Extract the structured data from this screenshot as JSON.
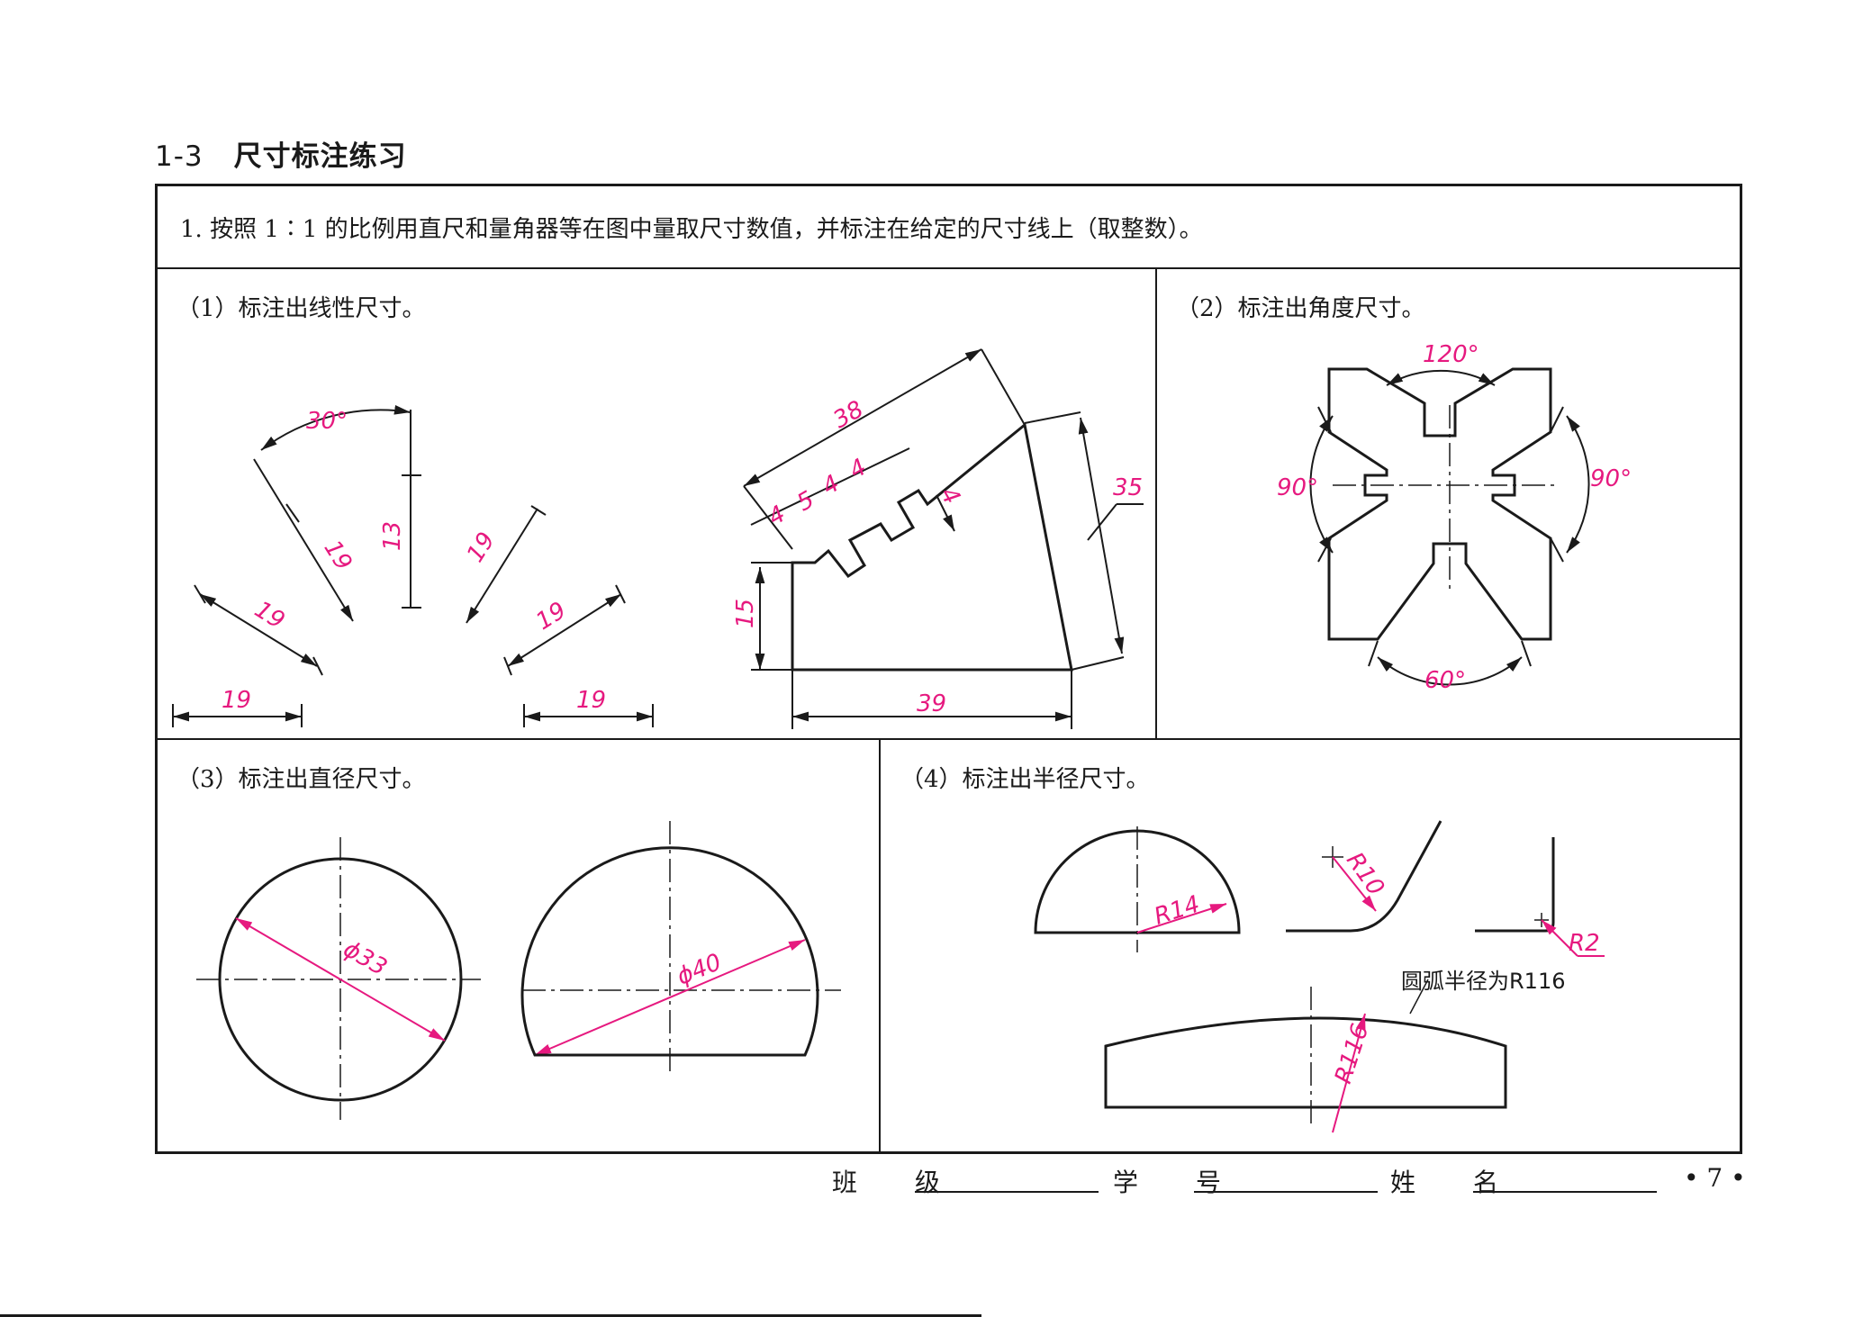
{
  "section": {
    "number": "1-3",
    "title": "尺寸标注练习"
  },
  "instruction": "1. 按照 1∶1 的比例用直尺和量角器等在图中量取尺寸数值，并标注在给定的尺寸线上（取整数）。",
  "panels": [
    {
      "label": "（1）标注出线性尺寸。"
    },
    {
      "label": "（2）标注出角度尺寸。"
    },
    {
      "label": "（3）标注出直径尺寸。"
    },
    {
      "label": "（4）标注出半径尺寸。"
    }
  ],
  "linear_dims": {
    "angle": "30°",
    "fan": [
      "19",
      "19",
      "13",
      "19",
      "19"
    ],
    "bottom_left": "19",
    "bottom_right": "19",
    "slant_top": "38",
    "steps": [
      "4",
      "5",
      "4",
      "4"
    ],
    "step_depth": "4",
    "right_side": "35",
    "left_side": "15",
    "base": "39"
  },
  "angle_dims": {
    "top": "120°",
    "left": "90°",
    "right": "90°",
    "bottom": "60°"
  },
  "diameter_dims": {
    "circle": "ϕ33",
    "arc": "ϕ40"
  },
  "radius_dims": {
    "r1": "R14",
    "r2": "R10",
    "r3": "R2",
    "r4": "R116",
    "note": "圆弧半径为R116"
  },
  "footer": {
    "class_label": "班　级",
    "id_label": "学　号",
    "name_label": "姓　名",
    "page": "• 7 •"
  },
  "colors": {
    "dimension": "#e6197f",
    "line": "#1a1a1a"
  }
}
